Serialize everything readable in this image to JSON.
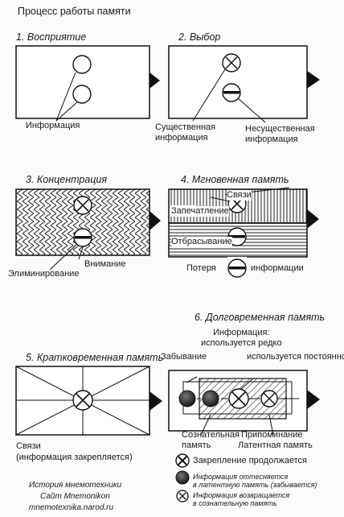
{
  "title": "Процесс работы памяти",
  "panels": {
    "p1": {
      "heading": "1. Восприятие",
      "label": "Информация"
    },
    "p2": {
      "heading": "2. Выбор",
      "label_left": "Существенная\nинформация",
      "label_right": "Несущественная\nинформация"
    },
    "p3": {
      "heading": "3. Концентрация",
      "label_attention": "Внимание",
      "label_elim": "Элиминирование"
    },
    "p4": {
      "heading": "4. Мгновенная память",
      "label_links": "Связи",
      "label_imprint": "Запечатление",
      "label_discard": "Отбрасывание",
      "label_loss_left": "Потеря",
      "label_loss_right": "информации"
    },
    "p5": {
      "heading": "5. Кратковременная память",
      "label_links": "Связи\n(информация закрепляется)"
    },
    "p6": {
      "heading": "6. Долговременная память",
      "label_info": "Информация:\nиспользуется редко",
      "label_const": "используется постоянно",
      "label_forget": "Забывание",
      "label_conscious": "Сознательная\nпамять",
      "label_recall": "Припоминание",
      "label_latent": "Латентная память"
    }
  },
  "legend": [
    {
      "icon": "crossed-circle-icon",
      "text": "Закрепление продолжается"
    },
    {
      "icon": "dark-circle-icon",
      "text": "Информация оттесняется\nв латентную память (забывается)"
    },
    {
      "icon": "crossed-circle-small-icon",
      "text": "Информация возвращается\nв сознательную память"
    }
  ],
  "credits": {
    "line1": "История мнемотехники",
    "line2": "Сайт Mnemonikon",
    "line3": "mnemotexnika.narod.ru"
  }
}
